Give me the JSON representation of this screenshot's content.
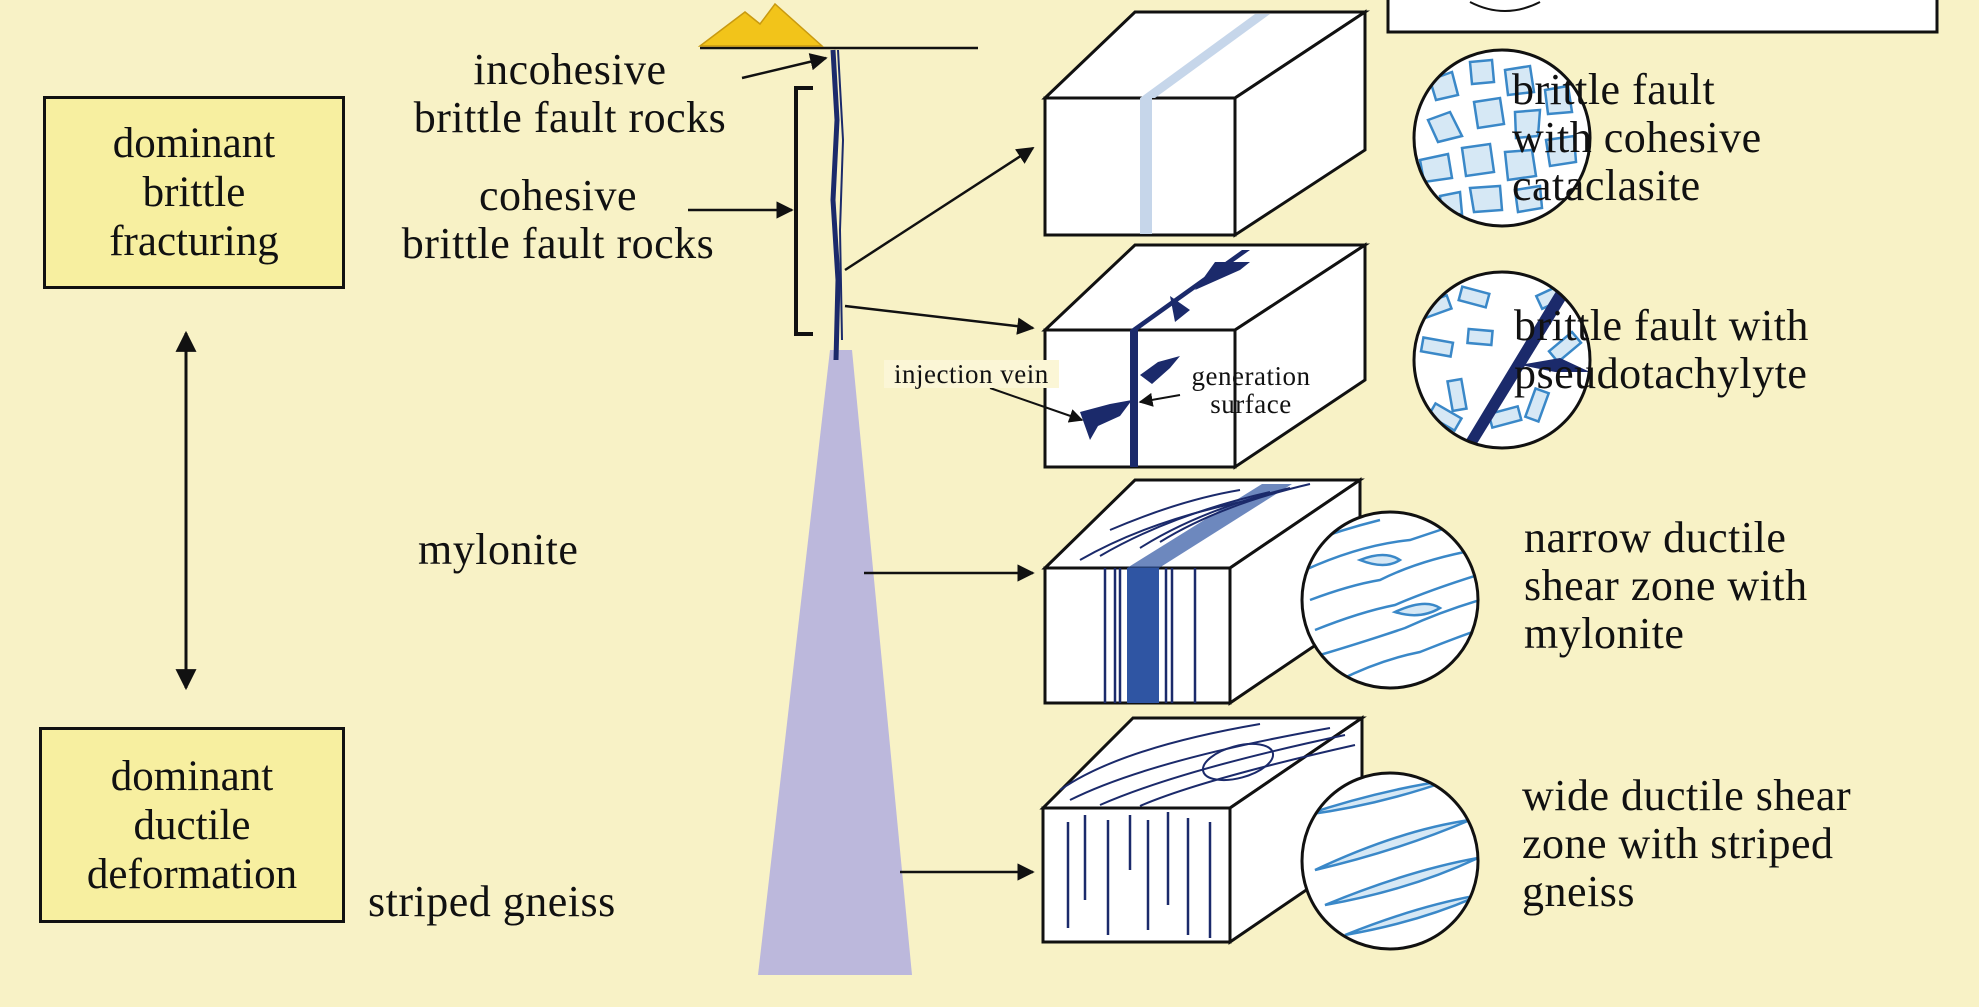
{
  "left_boxes": {
    "brittle": "dominant\nbrittle\nfracturing",
    "ductile": "dominant\nductile\ndeformation"
  },
  "depth_labels": {
    "incohesive": "incohesive\nbrittle fault rocks",
    "cohesive": "cohesive\nbrittle fault rocks",
    "mylonite": "mylonite",
    "striped_gneiss": "striped gneiss"
  },
  "block_annotations": {
    "injection_vein": "injection vein",
    "generation_surface": "generation\nsurface"
  },
  "right_labels": {
    "cataclasite": "brittle fault\nwith cohesive\ncataclasite",
    "pseudotachylyte": "brittle fault with\npseudotachylyte",
    "narrow_shear": "narrow ductile\nshear zone with\nmylonite",
    "wide_shear": "wide ductile shear\nzone with striped\ngneiss"
  },
  "colors": {
    "background": "#f8f2c6",
    "box_fill": "#f7efa0",
    "fault_zone": "#bcb8dc",
    "fault_line": "#1b2a6b",
    "microstructure": "#3a88c8",
    "mountain": "#f2c41a"
  }
}
